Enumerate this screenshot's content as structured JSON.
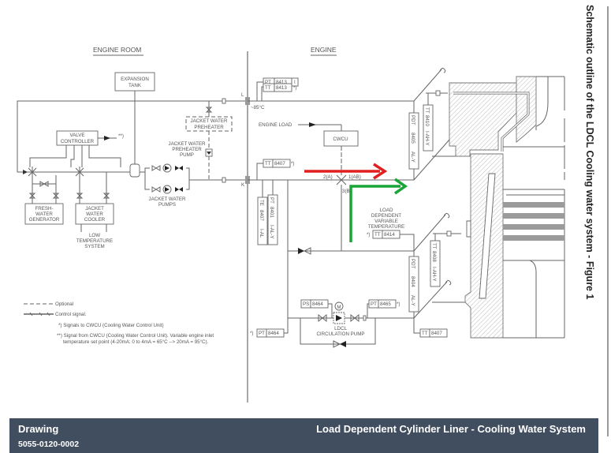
{
  "side_title": "Schematic outline of the LDCL Cooling water system - Figure 1",
  "footer": {
    "label": "Drawing",
    "number": "5055-0120-0002",
    "title": "Load Dependent Cylinder Liner - Cooling Water System"
  },
  "sections": {
    "engine_room": "ENGINE ROOM",
    "engine": "ENGINE"
  },
  "components": {
    "expansion_tank": [
      "EXPANSION",
      "TANK"
    ],
    "valve_controller": [
      "VALVE",
      "CONTROLLER"
    ],
    "valve_controller_note": "**)",
    "jacket_water_preheater": [
      "JACKET WATER",
      "PREHEATER"
    ],
    "jacket_water_preheater_pump": [
      "JACKET WATER",
      "PREHEATER",
      "PUMP"
    ],
    "jacket_water_pumps": [
      "JACKET WATER",
      "PUMPS"
    ],
    "fresh_water_generator": [
      "FRESH-",
      "WATER",
      "GENERATOR"
    ],
    "jacket_water_cooler": [
      "JACKET",
      "WATER",
      "COOLER"
    ],
    "low_temperature_system": [
      "LOW",
      "TEMPERATURE",
      "SYSTEM"
    ],
    "cwcu": "CWCU",
    "engine_load": "ENGINE LOAD",
    "ldcl_pump": [
      "LDCL",
      "CIRCULATION PUMP"
    ],
    "motor": "M",
    "load_dependent": [
      "LOAD",
      "DEPENDENT",
      "VARIABLE",
      "TEMPERATURE"
    ]
  },
  "points": {
    "L": "L",
    "K": "K",
    "temp_outlet": "~85°C",
    "port_2": "2(A)",
    "port_1": "1(AB)",
    "port_3": "3(B)"
  },
  "instruments": {
    "pt8413": {
      "type": "PT",
      "num": "8413",
      "fn": "I"
    },
    "tt8413": {
      "type": "TT",
      "num": "8413",
      "fn": "*)"
    },
    "tt8407_top": {
      "type": "TT",
      "num": "8407",
      "fn": "*)"
    },
    "te8407": {
      "type": "TE",
      "num": "8407",
      "fn": "I-AL"
    },
    "pt8401": {
      "type": "PT",
      "num": "8401",
      "fn": "I-AL-Y"
    },
    "pdt8405": {
      "type": "PDT",
      "num": "8405",
      "fn": "AL-Y"
    },
    "tt8410": {
      "type": "TT",
      "num": "8410",
      "fn": "I-AH-Y"
    },
    "tt8414": {
      "type": "TT",
      "num": "8414",
      "pre": "*)"
    },
    "pdt8404": {
      "type": "PDT",
      "num": "8404",
      "fn": "AL-Y"
    },
    "tt8408": {
      "type": "TT",
      "num": "8408",
      "fn": "I-AH-Y"
    },
    "ps8464": {
      "type": "PS",
      "num": "8464"
    },
    "pt8465": {
      "type": "PT",
      "num": "8465",
      "fn": "*)"
    },
    "pt8464": {
      "type": "PT",
      "num": "8464",
      "pre": "*)"
    },
    "tt8407_bot": {
      "type": "TT",
      "num": "8407"
    }
  },
  "legend": {
    "optional": "Optional",
    "control_signal": "Control signal.",
    "note1": "*) Signals to CWCU (Cooling Water Control Unit)",
    "note2_line1": "**) Signal from CWCU (Cooling Water Control Unit). Variable engine inlet",
    "note2_line2": "temperature set point (4-20mA: 0 to 4mA = 65°C --> 20mA = 95°C)."
  },
  "annotations": {
    "red_arrow_color": "#e02020",
    "green_arrow_color": "#1aa538"
  }
}
